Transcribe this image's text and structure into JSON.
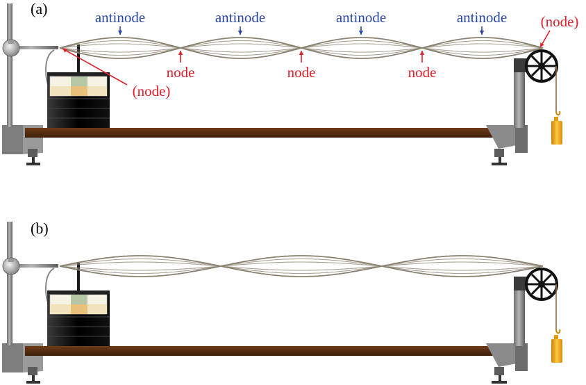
{
  "panels": [
    {
      "label": "(a)",
      "loops": 4,
      "annotations": {
        "antinode_labels": [
          "antinode",
          "antinode",
          "antinode",
          "antinode"
        ],
        "node_labels": [
          "node",
          "node",
          "node"
        ],
        "end_node_left": "(node)",
        "end_node_right": "(node)"
      }
    },
    {
      "label": "(b)",
      "loops": 3
    }
  ],
  "colors": {
    "antinode": "#2a49a3",
    "node": "#e0202a",
    "string": "#8a8270",
    "board": "#5a2e10",
    "stand": "#8c8c8c",
    "weight": "#f0a818",
    "pulley": "#111111"
  }
}
